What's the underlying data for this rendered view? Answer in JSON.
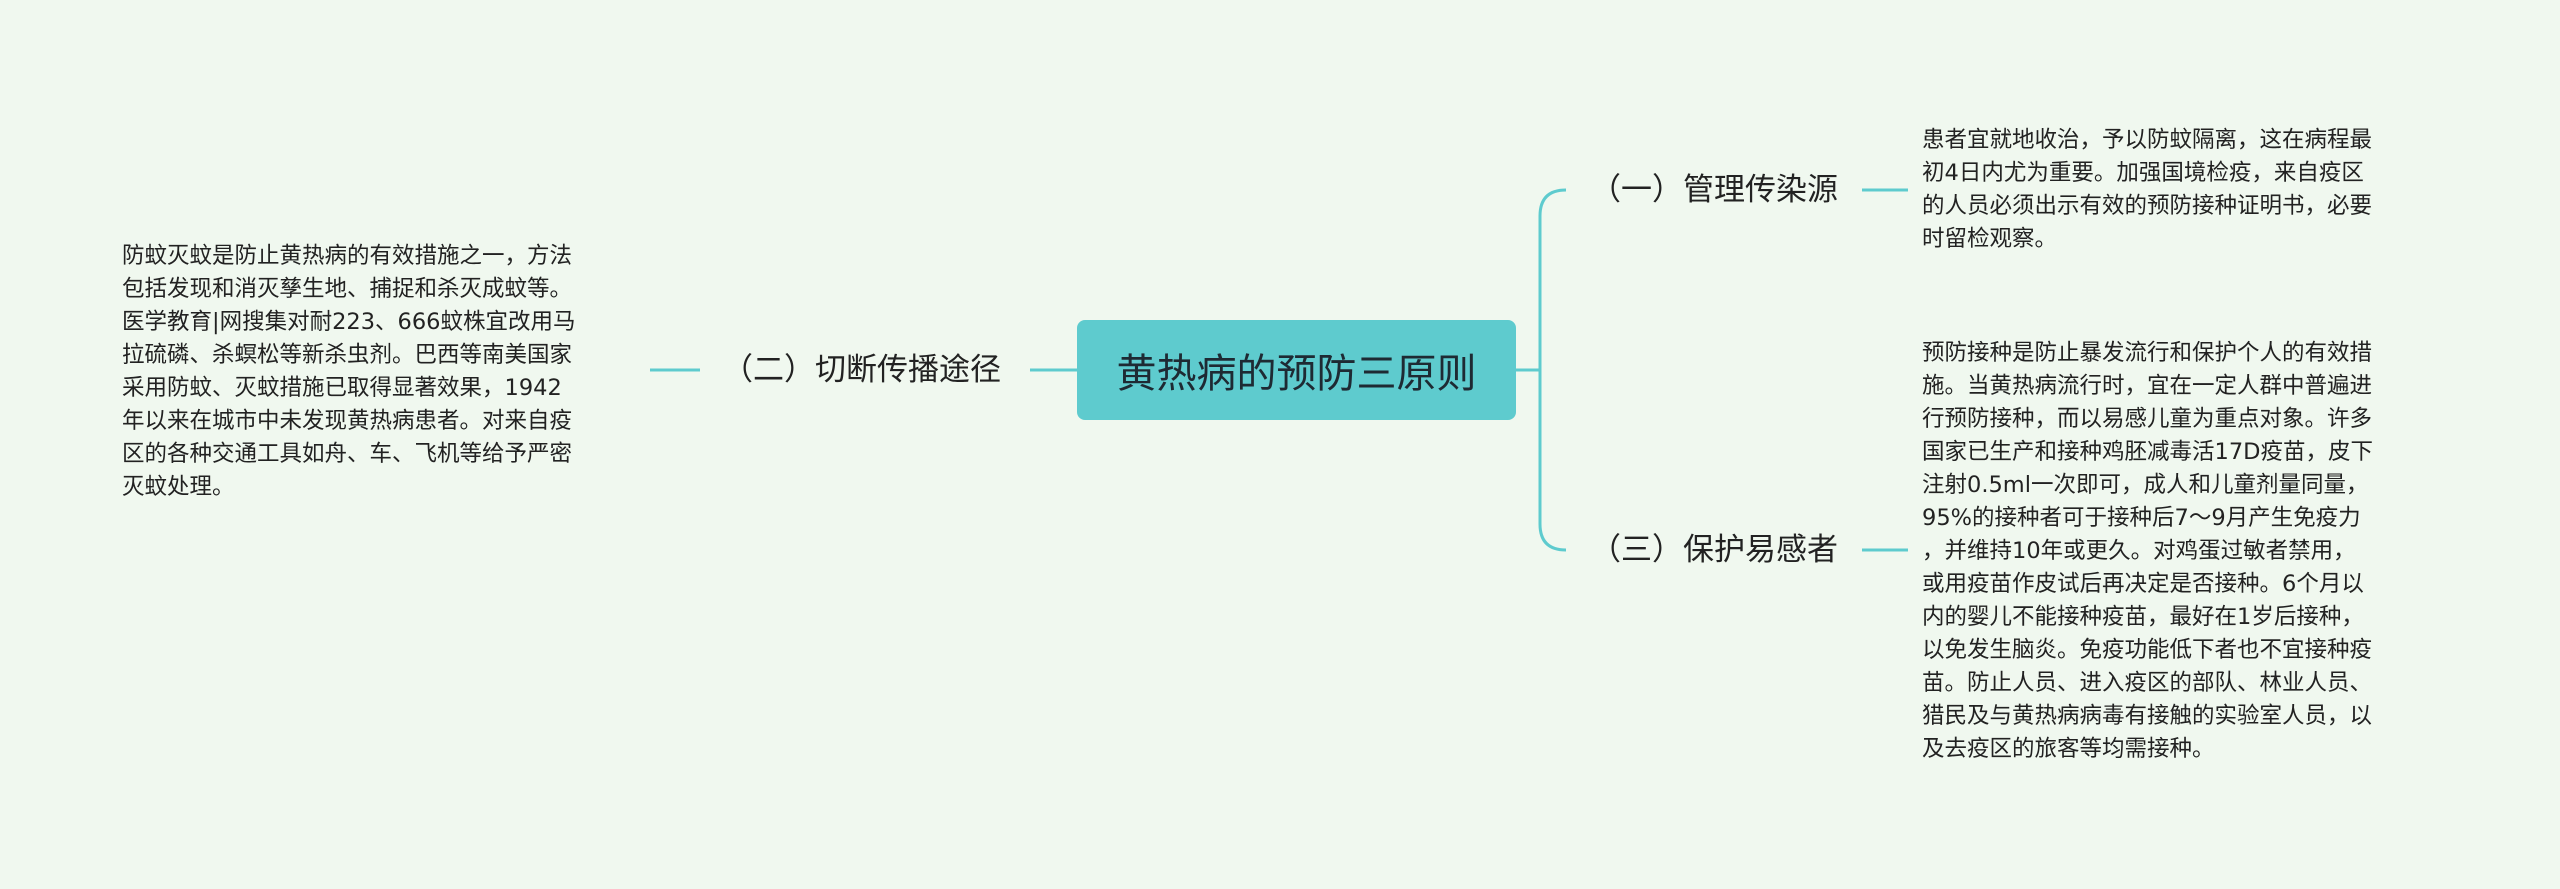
{
  "root": {
    "title": "黄热病的预防三原则"
  },
  "branches": [
    {
      "label": "（一）管理传染源",
      "detail": "患者宜就地收治，予以防蚊隔离，这在病程最\n初4日内尤为重要。加强国境检疫，来自疫区\n的人员必须出示有效的预防接种证明书，必要\n时留检观察。"
    },
    {
      "label": "（二）切断传播途径",
      "detail": "防蚊灭蚊是防止黄热病的有效措施之一，方法\n包括发现和消灭孳生地、捕捉和杀灭成蚊等。\n医学教育|网搜集对耐223、666蚊株宜改用马\n拉硫磷、杀螟松等新杀虫剂。巴西等南美国家\n采用防蚊、灭蚊措施已取得显著效果，1942\n年以来在城市中未发现黄热病患者。对来自疫\n区的各种交通工具如舟、车、飞机等给予严密\n灭蚊处理。"
    },
    {
      "label": "（三）保护易感者",
      "detail": "预防接种是防止暴发流行和保护个人的有效措\n施。当黄热病流行时，宜在一定人群中普遍进\n行预防接种，而以易感儿童为重点对象。许多\n国家已生产和接种鸡胚减毒活17D疫苗，皮下\n注射0.5ml一次即可，成人和儿童剂量同量，\n95%的接种者可于接种后7～9月产生免疫力\n，并维持10年或更久。对鸡蛋过敏者禁用，\n或用疫苗作皮试后再决定是否接种。6个月以\n内的婴儿不能接种疫苗，最好在1岁后接种，\n以免发生脑炎。免疫功能低下者也不宜接种疫\n苗。防止人员、进入疫区的部队、林业人员、\n猎民及与黄热病病毒有接触的实验室人员，以\n及去疫区的旅客等均需接种。"
    }
  ],
  "colors": {
    "background": "#f0f8ef",
    "root_fill": "#5ecbce",
    "connector": "#5ecbce"
  }
}
